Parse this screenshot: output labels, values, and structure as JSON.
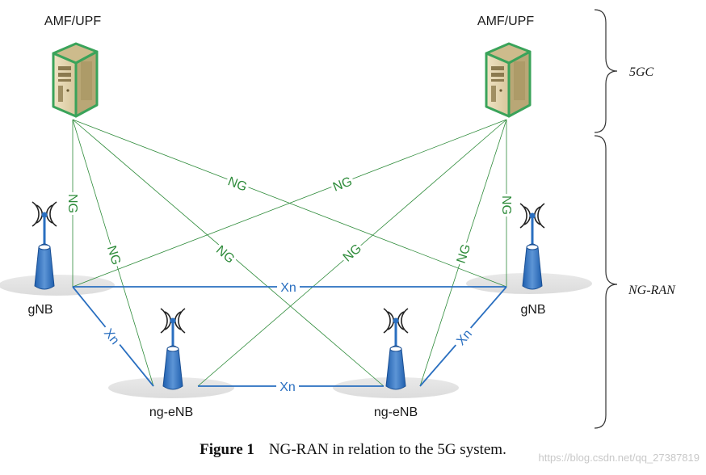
{
  "nodes": {
    "core_left": "AMF/UPF",
    "core_right": "AMF/UPF",
    "gnb_left": "gNB",
    "gnb_right": "gNB",
    "ngenb_left": "ng-eNB",
    "ngenb_right": "ng-eNB"
  },
  "interfaces": {
    "ng": "NG",
    "xn": "Xn"
  },
  "brackets": {
    "core": "5GC",
    "ran": "NG-RAN"
  },
  "caption": {
    "figure": "Figure 1",
    "text": "NG-RAN in relation to the 5G system."
  },
  "watermark": "https://blog.csdn.net/qq_27387819",
  "colors": {
    "ng_line": "#2e8b3a",
    "xn_line": "#2a6fc0",
    "server_green": "#3aa35a",
    "antenna_blue": "#2a6fc0"
  }
}
